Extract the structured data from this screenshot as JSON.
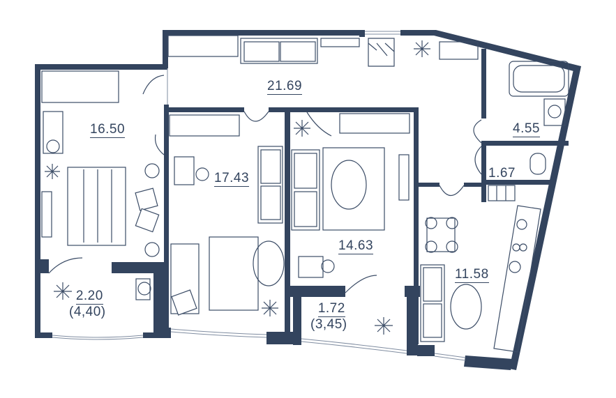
{
  "rooms": [
    {
      "id": "living",
      "area": "21.69"
    },
    {
      "id": "bedroom_left",
      "area": "16.50"
    },
    {
      "id": "bedroom_middle",
      "area": "17.43"
    },
    {
      "id": "bedroom_right",
      "area": "14.63"
    },
    {
      "id": "bathroom",
      "area": "4.55"
    },
    {
      "id": "wc",
      "area": "1.67"
    },
    {
      "id": "kitchen",
      "area": "11.58"
    },
    {
      "id": "loggia_left",
      "area": "2.20",
      "secondary": "(4,40)"
    },
    {
      "id": "loggia_middle",
      "area": "1.72",
      "secondary": "(3,45)"
    }
  ],
  "colors": {
    "walls": "#33445e",
    "furniture": "#3b4c66",
    "background": "#ffffff"
  }
}
